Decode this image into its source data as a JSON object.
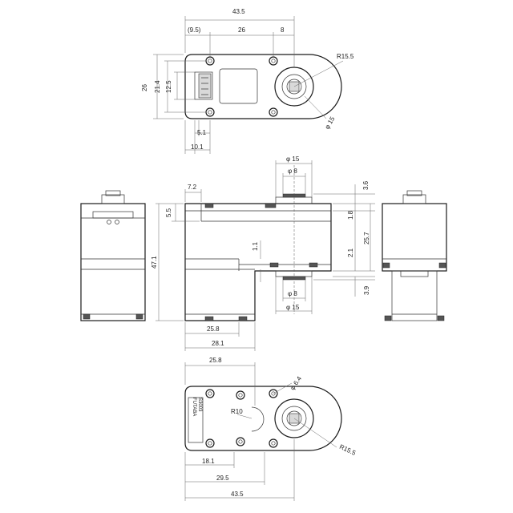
{
  "top_view": {
    "dims": {
      "overall": "43.5",
      "left_offset": "(9.5)",
      "hole_pitch": "26",
      "right_offset": "8",
      "radius": "R15.5",
      "height": "26",
      "inner_height": "21.4",
      "connector_height": "12.5",
      "horn_dia": "φ 15",
      "conn_width": "5.1",
      "conn_offset": "10.1"
    }
  },
  "side_view": {
    "dims": {
      "top_offset": "7.2",
      "top_step": "5.5",
      "total_height": "47.1",
      "gap": "1.1",
      "bottom_width": "25.8",
      "bottom_total": "28.1",
      "horn_top": "φ 15",
      "shaft_top": "φ 8",
      "horn_bottom": "φ 15",
      "shaft_bottom": "φ 8",
      "r_3_6": "3.6",
      "r_1_8": "1.8",
      "r_25_7": "25.7",
      "r_2_1": "2.1",
      "r_3_9": "3.9"
    }
  },
  "bottom_view": {
    "dims": {
      "top_width": "25.8",
      "hole_dia": "φ 6.4",
      "radius_small": "R10",
      "radius_large": "R15.5",
      "offset_18": "18.1",
      "offset_29": "29.5",
      "overall": "43.5"
    },
    "label_lines": [
      "FUTABA",
      "S3003"
    ]
  }
}
